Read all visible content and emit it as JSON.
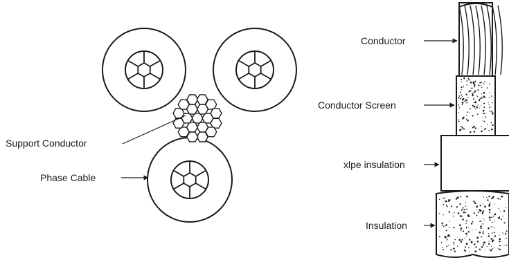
{
  "left_figure": {
    "labels": {
      "support_conductor": "Support Conductor",
      "phase_cable": "Phase Cable"
    }
  },
  "right_figure": {
    "labels": {
      "conductor": "Conductor",
      "conductor_screen": "Conductor Screen",
      "xlpe_insulation": "xlpe insulation",
      "insulation": "Insulation"
    }
  },
  "colors": {
    "ink": "#1a1a1a",
    "background": "#ffffff"
  }
}
